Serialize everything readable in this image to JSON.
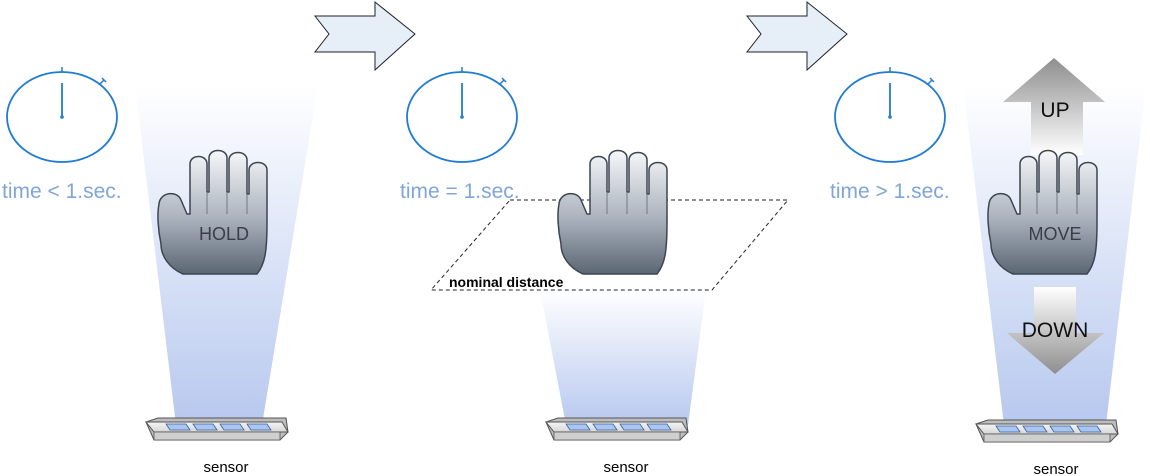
{
  "panels": [
    {
      "time_label": "time < 1.sec.",
      "hand_label": "HOLD",
      "sensor_label": "sensor"
    },
    {
      "time_label": "time = 1.sec.",
      "distance_label": "nominal distance",
      "sensor_label": "sensor"
    },
    {
      "time_label": "time > 1.sec.",
      "hand_label": "MOVE",
      "up_label": "UP",
      "down_label": "DOWN",
      "sensor_label": "sensor"
    }
  ],
  "colors": {
    "timer": "#1f7bd4",
    "time_text": "#7fa6d9",
    "beam_top": "#ffffff",
    "beam_bottom": "#b7c8ef",
    "hand_top": "#f6f7f9",
    "hand_bottom": "#5b6674",
    "hand_stroke": "#3d4550",
    "arrow_fill": "#e6eef8",
    "sensor_pad": "#a8c6f0"
  },
  "icons": [
    "stopwatch-icon",
    "hand-icon",
    "sensor-icon",
    "next-arrow-icon",
    "up-arrow-icon",
    "down-arrow-icon"
  ]
}
